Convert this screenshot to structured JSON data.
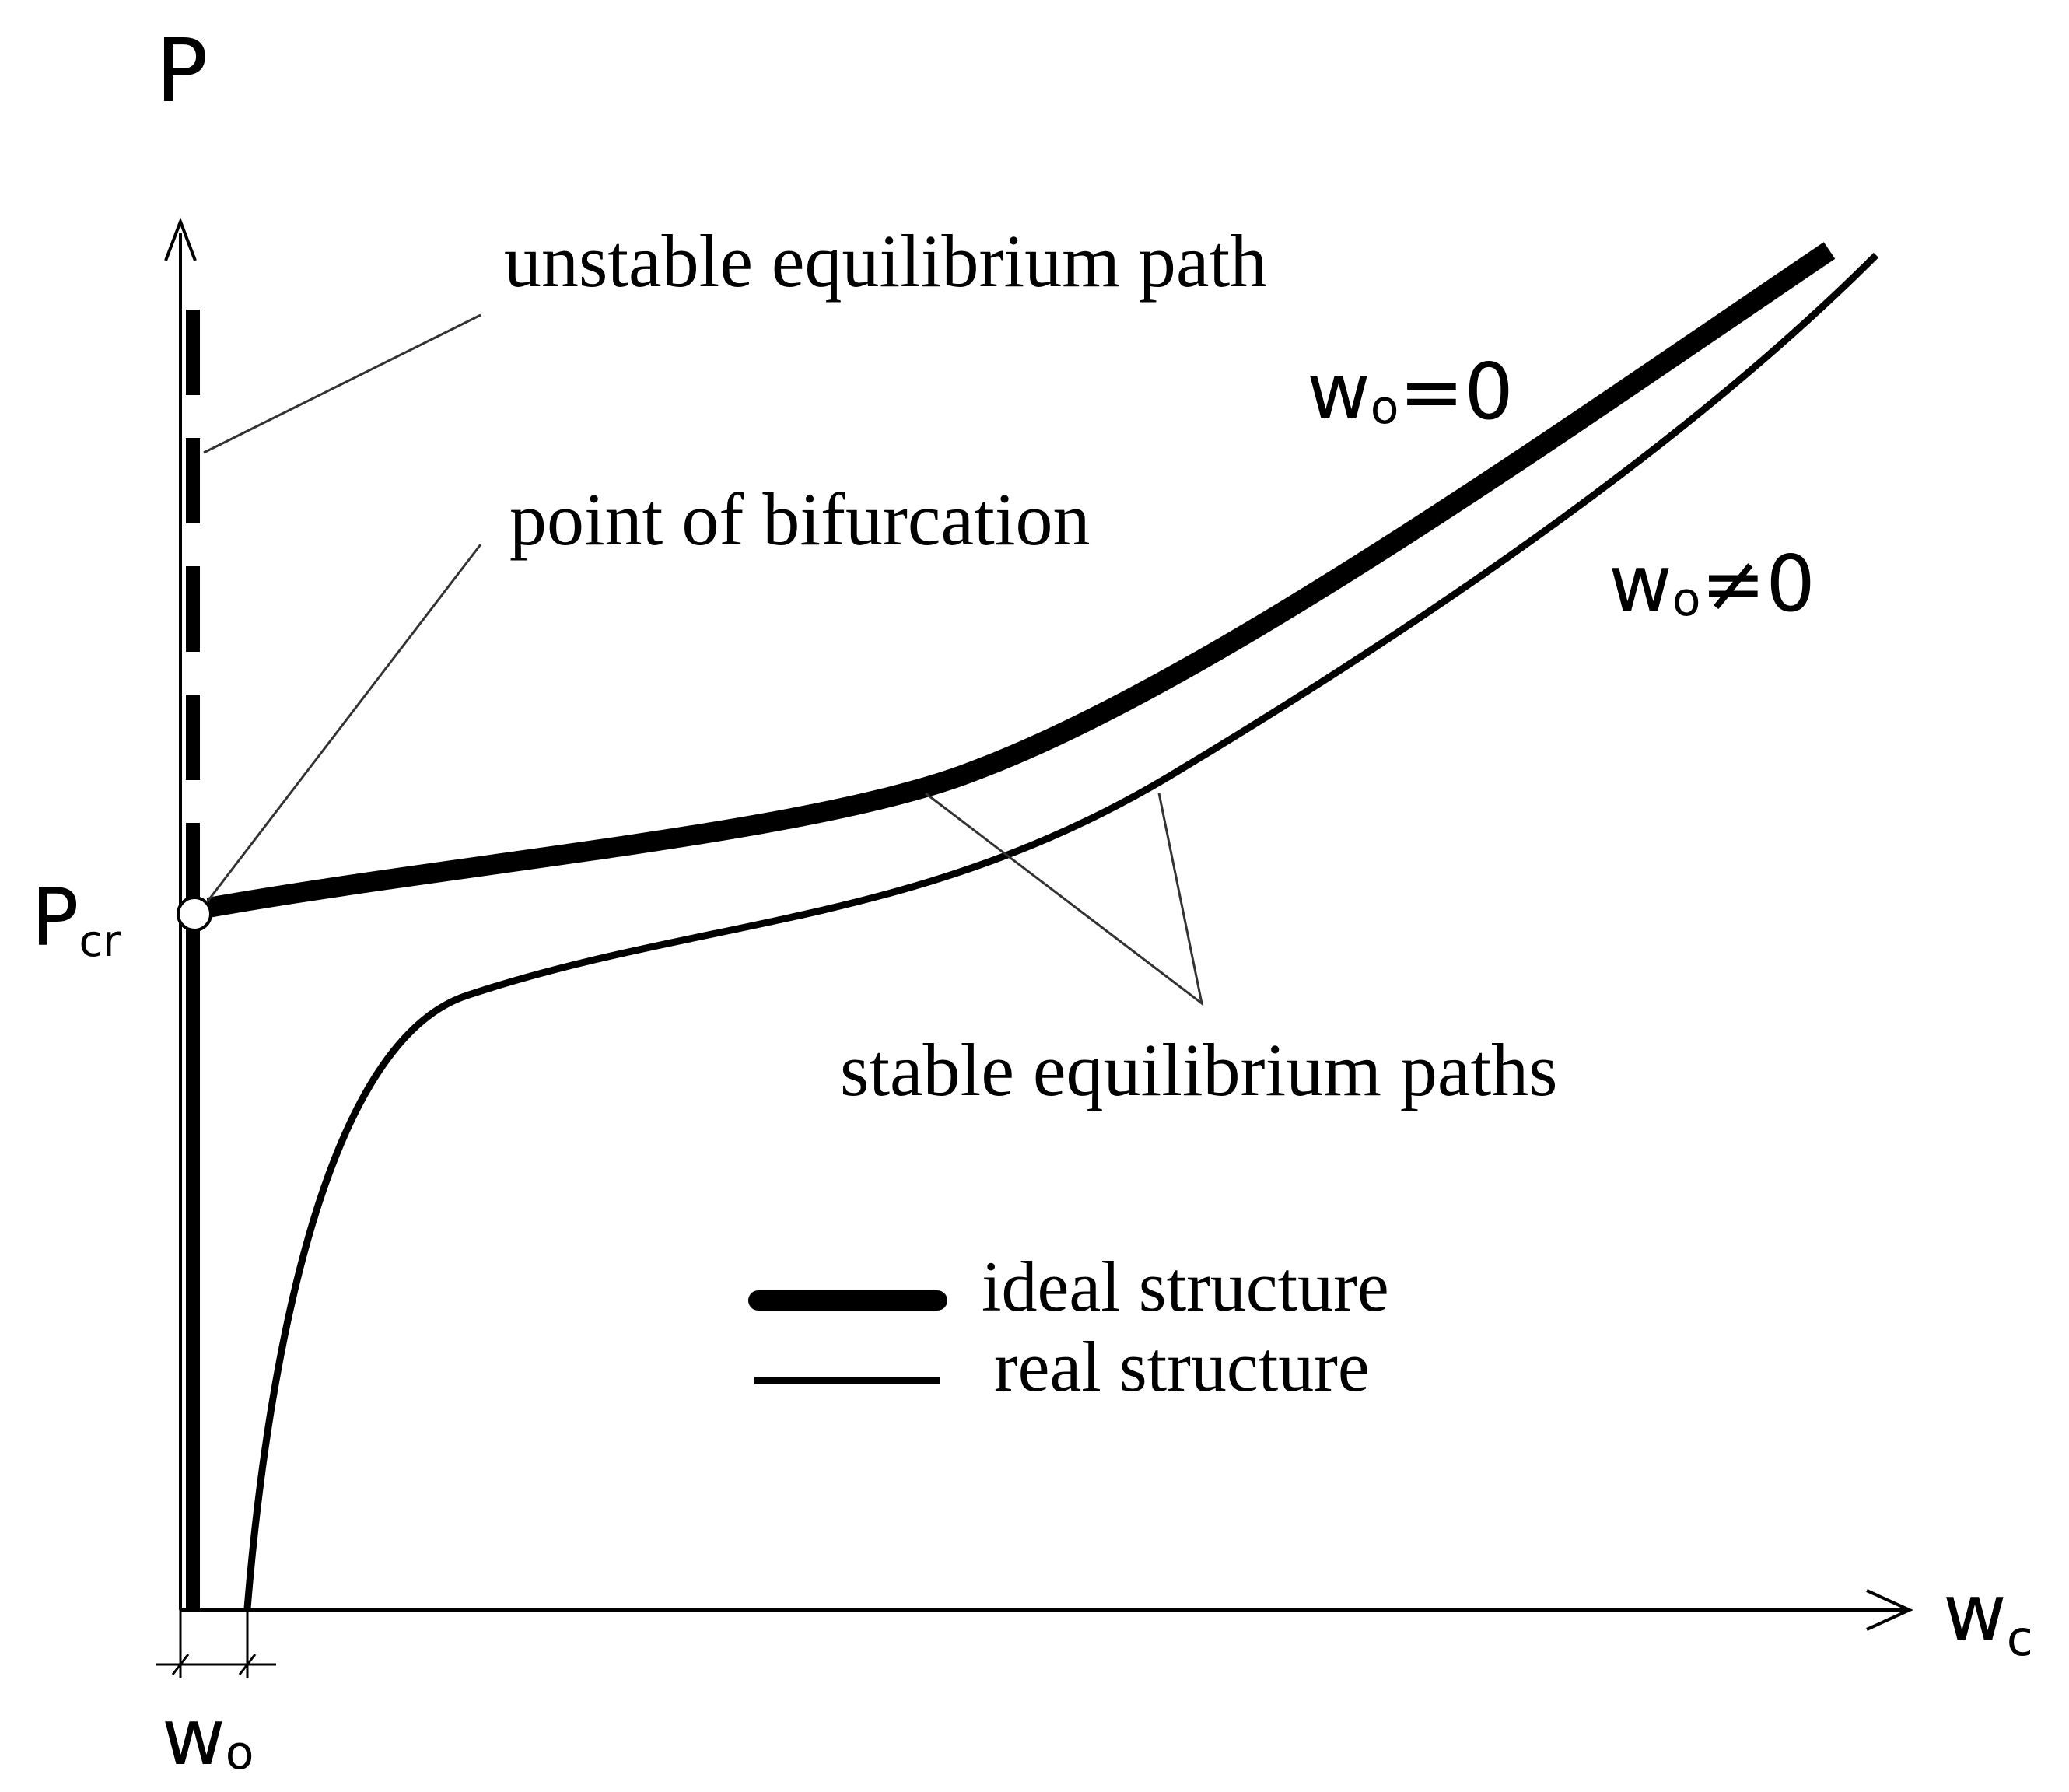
{
  "axes": {
    "y_label": "P",
    "x_label_main": "w",
    "x_label_sub": "c",
    "pcr_main": "P",
    "pcr_sub": "cr",
    "w0_main": "w",
    "w0_sub": "o"
  },
  "annotations": {
    "unstable": "unstable equilibrium path",
    "bifurcation": "point of bifurcation",
    "stable": "stable equilibrium paths"
  },
  "curve_labels": {
    "ideal_main": "w",
    "ideal_sub": "o",
    "ideal_rest": "=0",
    "real_main": "w",
    "real_sub": "o",
    "real_rest": "≠0"
  },
  "legend": {
    "ideal": "ideal structure",
    "real": "real structure"
  },
  "colors": {
    "ink": "#000000",
    "background": "#ffffff",
    "leader": "#333333"
  }
}
